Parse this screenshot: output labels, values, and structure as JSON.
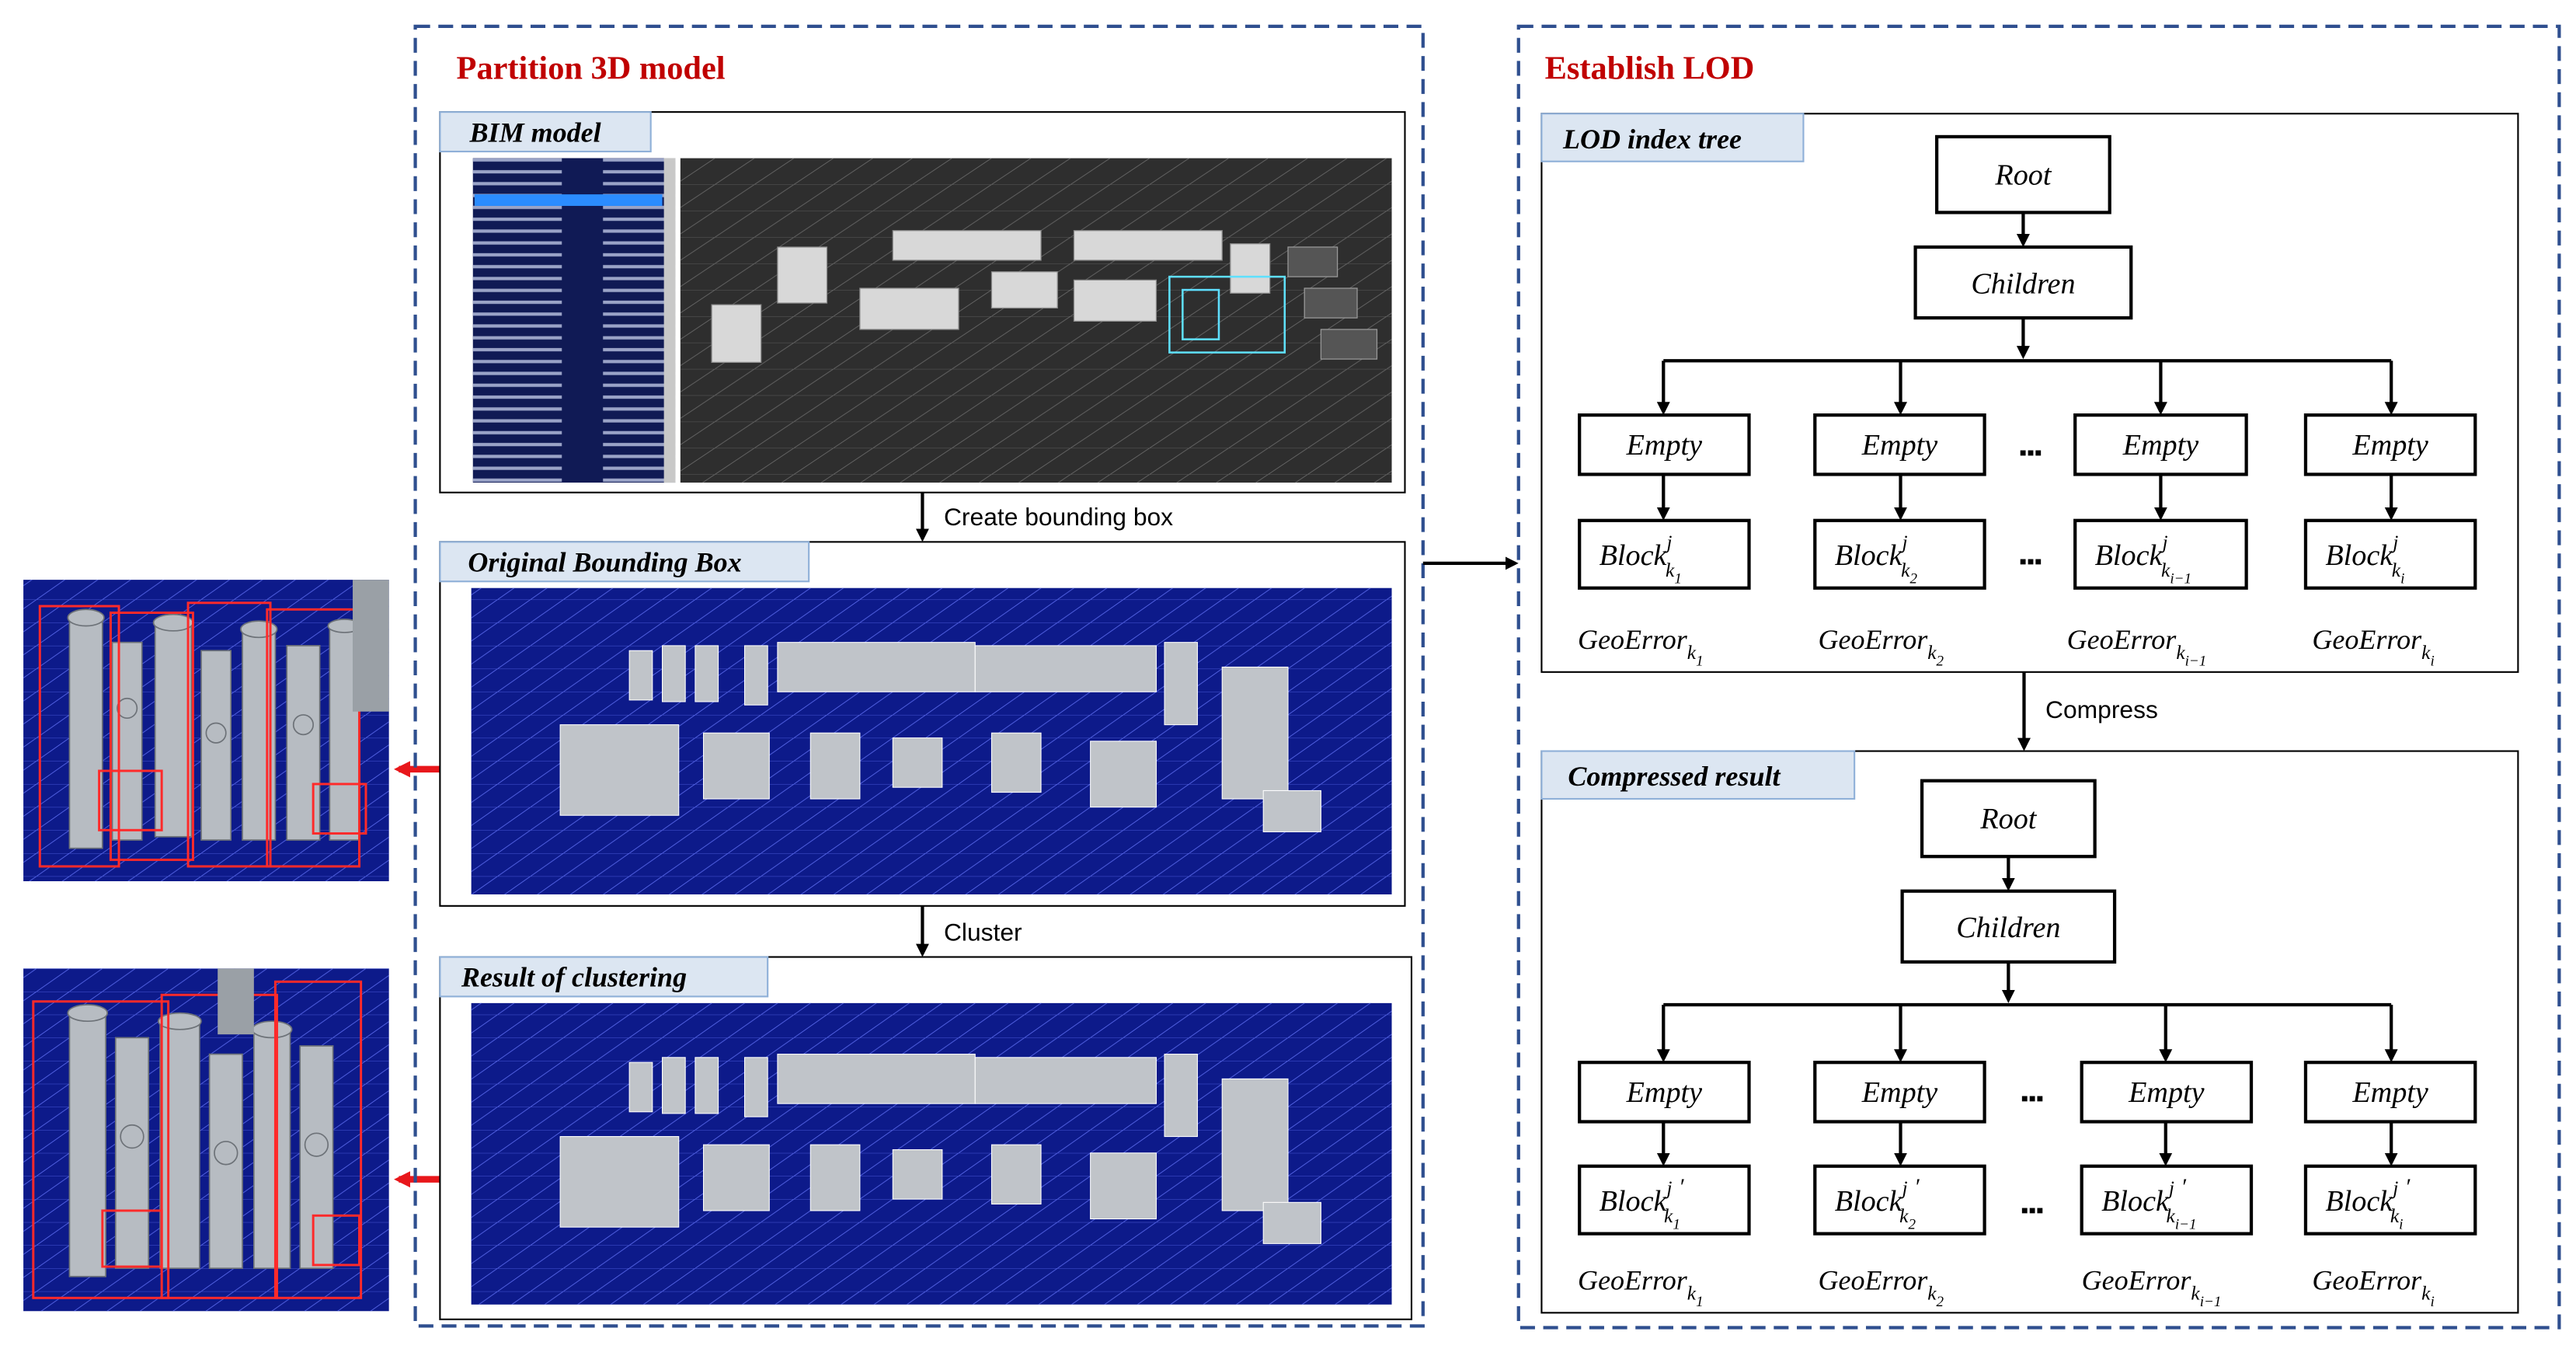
{
  "colors": {
    "accent_red": "#c00000",
    "frame_blue": "#2f4f8f",
    "title_box_fill": "#dce6f2",
    "title_box_stroke": "#8fb0d8",
    "render_blue": "#0d1a8a",
    "viewer_dark": "#2e2e2e",
    "arrow_red": "#e8171b"
  },
  "partition_panel": {
    "title": "Partition 3D model",
    "steps": [
      {
        "title": "BIM model"
      },
      {
        "title": "Original Bounding Box"
      },
      {
        "title": "Result  of  clustering"
      }
    ],
    "arrow_labels": [
      "Create bounding box",
      "Cluster"
    ]
  },
  "lod_panel": {
    "title": "Establish LOD",
    "compress_label": "Compress",
    "index_tree": {
      "title": "LOD  index tree",
      "root": "Root",
      "children": "Children",
      "nodes": [
        {
          "empty": "Empty",
          "block": "Block",
          "sup": "j",
          "sub": "k",
          "subsub": "1",
          "error": "GeoError",
          "esub": "k",
          "esubsub": "1"
        },
        {
          "empty": "Empty",
          "block": "Block",
          "sup": "j",
          "sub": "k",
          "subsub": "2",
          "error": "GeoError",
          "esub": "k",
          "esubsub": "2"
        },
        {
          "empty": "Empty",
          "block": "Block",
          "sup": "j",
          "sub": "k",
          "subsub": "i−1",
          "error": "GeoError",
          "esub": "k",
          "esubsub": "i−1"
        },
        {
          "empty": "Empty",
          "block": "Block",
          "sup": "j",
          "sub": "k",
          "subsub": "i",
          "error": "GeoError",
          "esub": "k",
          "esubsub": "i"
        }
      ],
      "ellipsis": "▪▪▪"
    },
    "compressed": {
      "title": "Compressed result",
      "root": "Root",
      "children": "Children",
      "nodes": [
        {
          "empty": "Empty",
          "block": "Block",
          "sup": "j",
          "prime": "′",
          "sub": "k",
          "subsub": "1",
          "error": "GeoError",
          "esub": "k",
          "esubsub": "1"
        },
        {
          "empty": "Empty",
          "block": "Block",
          "sup": "j",
          "prime": "′",
          "sub": "k",
          "subsub": "2",
          "error": "GeoError",
          "esub": "k",
          "esubsub": "2"
        },
        {
          "empty": "Empty",
          "block": "Block",
          "sup": "j",
          "prime": "′",
          "sub": "k",
          "subsub": "i−1",
          "error": "GeoError",
          "esub": "k",
          "esubsub": "i−1"
        },
        {
          "empty": "Empty",
          "block": "Block",
          "sup": "j",
          "prime": "′",
          "sub": "k",
          "subsub": "i",
          "error": "GeoError",
          "esub": "k",
          "esubsub": "i"
        }
      ],
      "ellipsis": "▪▪▪"
    }
  }
}
